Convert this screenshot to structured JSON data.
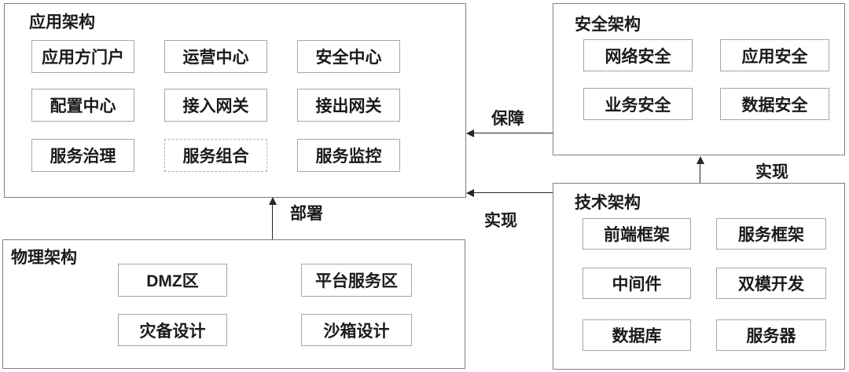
{
  "diagram": {
    "title": "architecture-overview",
    "colors": {
      "background": "#ffffff",
      "group_border": "#7f7f7f",
      "node_border": "#a6a6a6",
      "dashed_node_border": "#b3b3b3",
      "text": "#1a1a1a",
      "arrow": "#262626"
    },
    "groups": [
      {
        "id": "app",
        "title": "应用架构",
        "items": [
          {
            "label": "应用方门户"
          },
          {
            "label": "运营中心"
          },
          {
            "label": "安全中心"
          },
          {
            "label": "配置中心"
          },
          {
            "label": "接入网关"
          },
          {
            "label": "接出网关"
          },
          {
            "label": "服务治理"
          },
          {
            "label": "服务组合",
            "border": "dashed"
          },
          {
            "label": "服务监控"
          }
        ]
      },
      {
        "id": "security",
        "title": "安全架构",
        "items": [
          {
            "label": "网络安全"
          },
          {
            "label": "应用安全"
          },
          {
            "label": "业务安全"
          },
          {
            "label": "数据安全"
          }
        ]
      },
      {
        "id": "tech",
        "title": "技术架构",
        "items": [
          {
            "label": "前端框架"
          },
          {
            "label": "服务框架"
          },
          {
            "label": "中间件"
          },
          {
            "label": "双模开发"
          },
          {
            "label": "数据库"
          },
          {
            "label": "服务器"
          }
        ]
      },
      {
        "id": "physical",
        "title": "物理架构",
        "items": [
          {
            "label": "DMZ区"
          },
          {
            "label": "平台服务区"
          },
          {
            "label": "灾备设计"
          },
          {
            "label": "沙箱设计"
          }
        ]
      }
    ],
    "arrows": [
      {
        "label": "保障",
        "from": "security",
        "to": "app",
        "direction": "left",
        "line": "solid"
      },
      {
        "label": "实现",
        "from": "tech",
        "to": "app",
        "direction": "left",
        "line": "solid"
      },
      {
        "label": "实现",
        "from": "tech",
        "to": "security",
        "direction": "up",
        "line": "solid"
      },
      {
        "label": "部署",
        "from": "physical",
        "to": "app",
        "direction": "up",
        "line": "solid"
      }
    ]
  }
}
